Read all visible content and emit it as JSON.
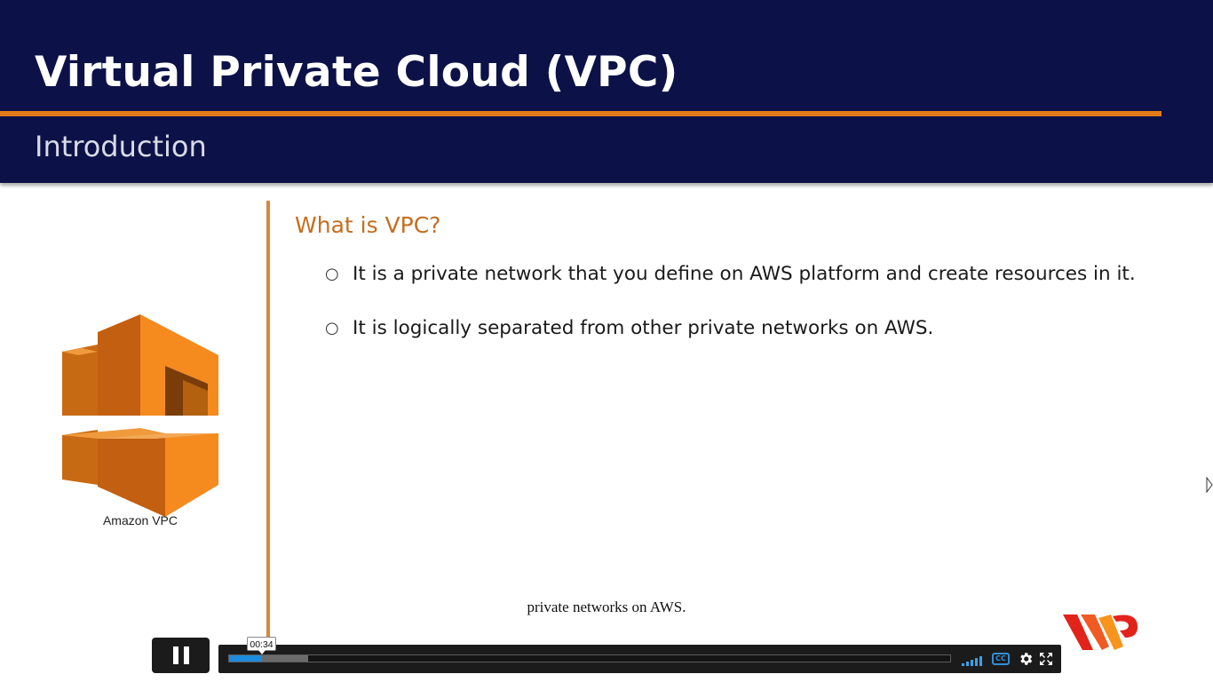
{
  "slide": {
    "title": "Virtual Private Cloud (VPC)",
    "subtitle": "Introduction",
    "question": "What is VPC?",
    "bullets": [
      "It is a private network that you define on AWS platform and create resources in it.",
      "It is logically separated from other private networks on AWS."
    ],
    "logo_caption": "Amazon VPC",
    "bullet_symbol": "○"
  },
  "subtitle_caption": "private networks on AWS.",
  "player": {
    "time_tooltip": "00:34",
    "progress_fraction": 0.046,
    "buffered_fraction": 0.11,
    "cc_label": "CC"
  },
  "colors": {
    "header_bg": "#0c1248",
    "accent_orange": "#e07b18",
    "question_color": "#c46e1e",
    "progress_blue": "#1d8bdc"
  },
  "icons": [
    "amazon-vpc-logo-icon",
    "brand-logo-icon",
    "pause-icon",
    "quality-icon",
    "cc-icon",
    "gear-icon",
    "fullscreen-icon"
  ]
}
